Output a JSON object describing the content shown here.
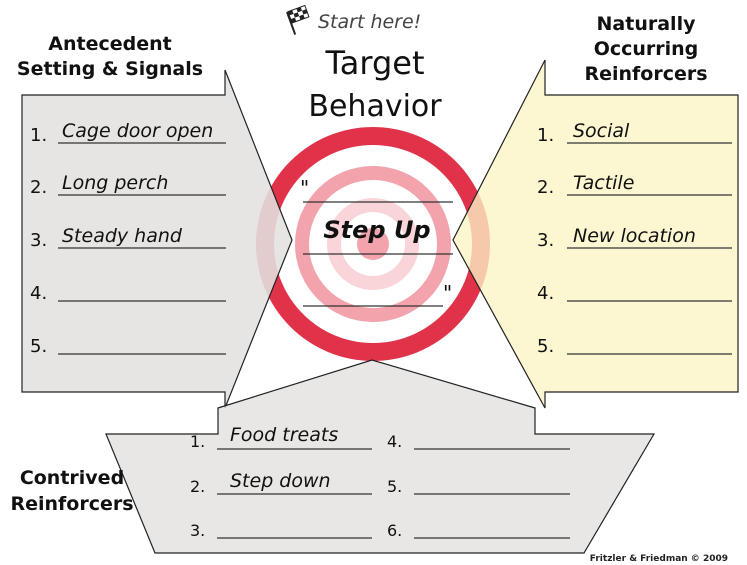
{
  "start_label": "Start here!",
  "target_title": [
    "Target",
    "Behavior"
  ],
  "target_behavior": "Step Up",
  "open_quote": "\"",
  "close_quote": "\"",
  "antecedent": {
    "heading": [
      "Antecedent",
      "Setting & Signals"
    ],
    "items": [
      {
        "num": "1.",
        "text": "Cage door open"
      },
      {
        "num": "2.",
        "text": "Long perch"
      },
      {
        "num": "3.",
        "text": "Steady hand"
      },
      {
        "num": "4.",
        "text": ""
      },
      {
        "num": "5.",
        "text": ""
      }
    ]
  },
  "natural": {
    "heading": [
      "Naturally",
      "Occurring",
      "Reinforcers"
    ],
    "items": [
      {
        "num": "1.",
        "text": "Social"
      },
      {
        "num": "2.",
        "text": "Tactile"
      },
      {
        "num": "3.",
        "text": "New location"
      },
      {
        "num": "4.",
        "text": ""
      },
      {
        "num": "5.",
        "text": ""
      }
    ]
  },
  "contrived": {
    "heading": [
      "Contrived",
      "Reinforcers"
    ],
    "items": [
      {
        "num": "1.",
        "text": "Food treats"
      },
      {
        "num": "2.",
        "text": "Step down"
      },
      {
        "num": "3.",
        "text": ""
      },
      {
        "num": "4.",
        "text": ""
      },
      {
        "num": "5.",
        "text": ""
      },
      {
        "num": "6.",
        "text": ""
      }
    ]
  },
  "credit": "Fritzler & Friedman © 2009",
  "colors": {
    "left_panel": "#e2e1df",
    "right_panel": "#fbf3c4",
    "bottom_panel": "#e2e1df",
    "target_red": "#e0334a",
    "target_pink": "#f2a3ac",
    "target_light": "#f9d4d8"
  },
  "icons": {
    "start": "checkered-flag-icon"
  }
}
